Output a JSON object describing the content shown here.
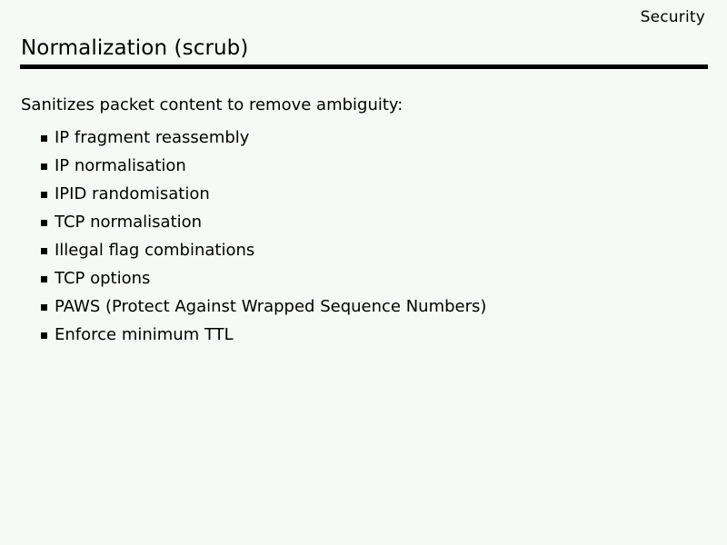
{
  "slide": {
    "header_label": "Security",
    "title": "Normalization (scrub)",
    "intro": "Sanitizes packet content to remove ambiguity:",
    "bullet_marker_glyph": "square-bullet",
    "rule_color": "#000000",
    "background_color": "#f6faf7",
    "text_color": "#000000",
    "bullets": [
      {
        "label": "IP fragment reassembly"
      },
      {
        "label": "IP normalisation"
      },
      {
        "label": "IPID randomisation"
      },
      {
        "label": "TCP normalisation"
      },
      {
        "label": "Illegal flag combinations"
      },
      {
        "label": "TCP options"
      },
      {
        "label": "PAWS (Protect Against Wrapped Sequence Numbers)"
      },
      {
        "label": "Enforce minimum TTL"
      }
    ]
  }
}
